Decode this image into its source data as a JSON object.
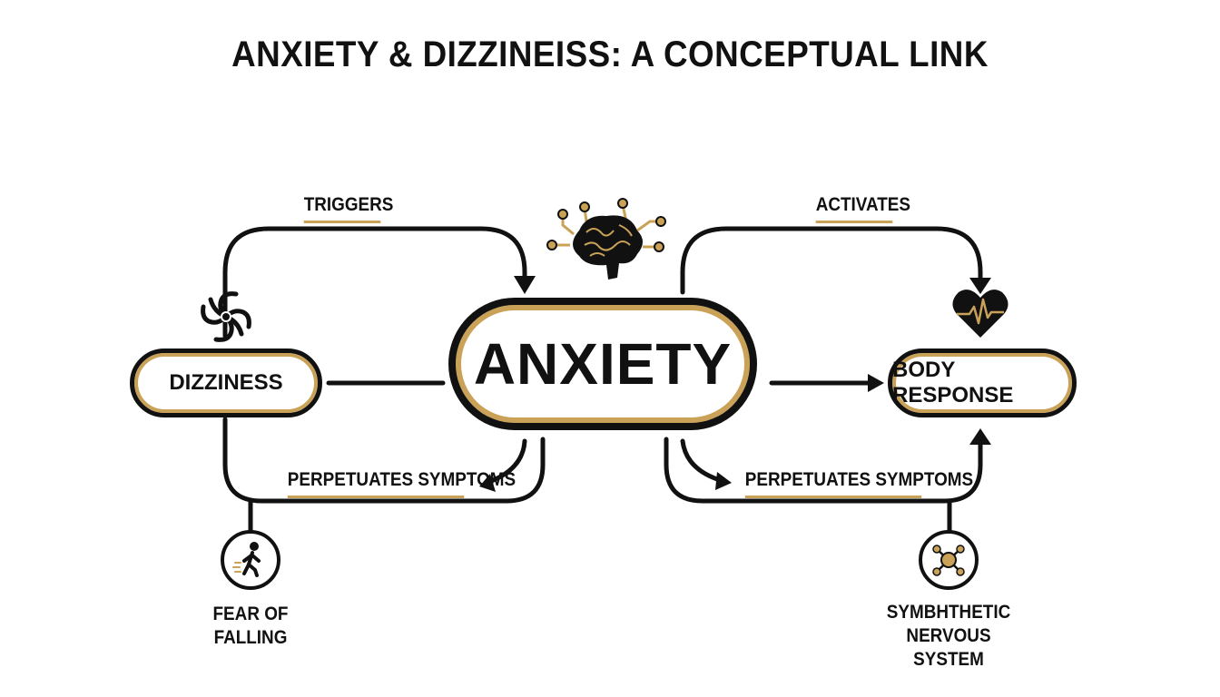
{
  "title": "ANXIETY & DIZZINEISS: A CONCEPTUAL LINK",
  "nodes": {
    "anxiety": "ANXIETY",
    "dizziness": "DIZZINESS",
    "body_response": "BODY RESPONSE",
    "fear_of_falling": "FEAR OF FALLING",
    "sympathetic_line1": "SYMBHTHETIC",
    "sympathetic_line2": "NERVOUS SYSTEM"
  },
  "edges": {
    "triggers": "TRIGGERS",
    "activates": "ACTIVATES",
    "perpetuates_left": "PERPETUATES SYMPTOMS",
    "perpetuates_right": "PERPETUATES SYMPTOMS"
  },
  "icons": {
    "brain": "brain-circuit-icon",
    "dizziness": "spiral-icon",
    "heart": "heartbeat-icon",
    "fear": "falling-person-icon",
    "nervous": "network-node-icon"
  },
  "colors": {
    "accent_gold": "#c9a258",
    "ink": "#111111",
    "background": "#ffffff"
  }
}
